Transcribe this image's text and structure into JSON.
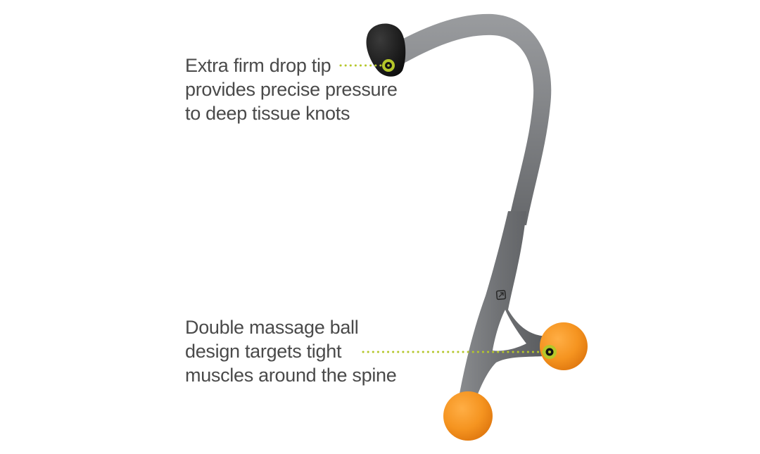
{
  "callouts": [
    {
      "lines": [
        "Extra firm drop tip",
        "provides precise pressure",
        "to deep tissue knots"
      ],
      "target": "drop-tip"
    },
    {
      "lines": [
        "Double massage ball",
        "design targets tight",
        "muscles around the spine"
      ],
      "target": "massage-ball"
    }
  ],
  "colors": {
    "text": "#4a4a4a",
    "accent_marker": "#b5c72a",
    "body_gray": "#6b6d70",
    "tip_black": "#1a1a1a",
    "ball_orange": "#f3901f"
  }
}
